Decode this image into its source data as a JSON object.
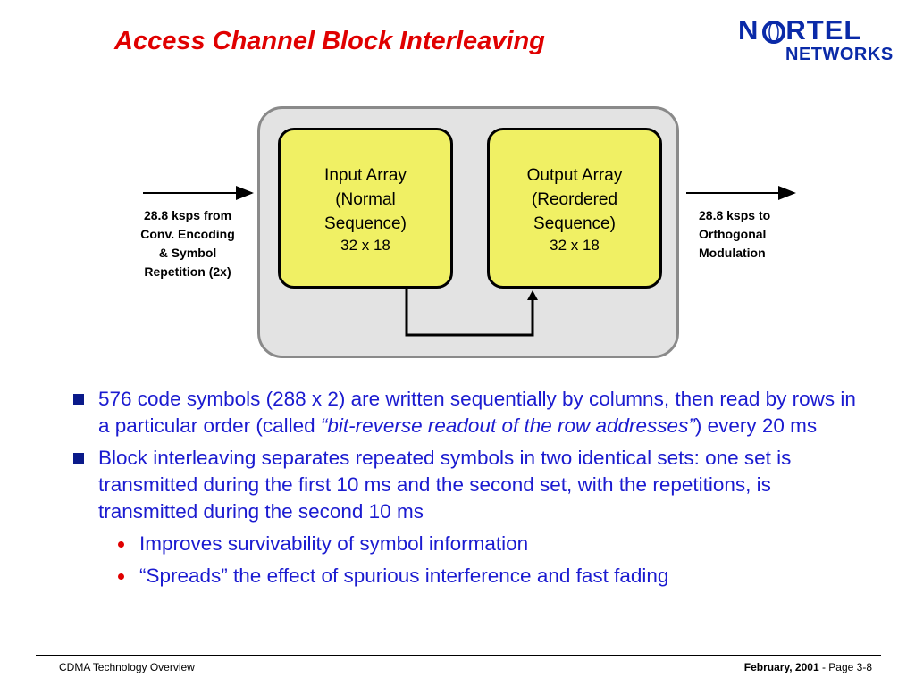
{
  "title": "Access Channel Block Interleaving",
  "logo": {
    "line1": "N",
    "line1b": "RTEL",
    "line2": "NETWORKS"
  },
  "diagram": {
    "input_label": "28.8 ksps from Conv. Encoding & Symbol Repetition (2x)",
    "input_lines": [
      "28.8 ksps from",
      "Conv. Encoding",
      "& Symbol",
      "Repetition (2x)"
    ],
    "output_lines": [
      "28.8 ksps to",
      "Orthogonal",
      "Modulation"
    ],
    "input_array": {
      "lines": [
        "Input Array",
        "(Normal",
        "Sequence)"
      ],
      "dims": "32 x 18"
    },
    "output_array": {
      "lines": [
        "Output Array",
        "(Reordered",
        "Sequence)"
      ],
      "dims": "32 x 18"
    }
  },
  "bullets": [
    {
      "pre": "576 code symbols (288 x 2) are written sequentially by columns, then read by rows in a particular order (called ",
      "em": "“bit-reverse readout of the row addresses”",
      "post": ") every 20 ms"
    },
    {
      "text": "Block interleaving separates repeated symbols in two identical sets: one set is transmitted during the first 10 ms and the second set, with the repetitions, is transmitted during the second 10 ms"
    }
  ],
  "sub_bullets": [
    "Improves survivability of symbol information",
    "“Spreads” the effect of spurious interference and fast fading"
  ],
  "footer": {
    "left": "CDMA Technology Overview",
    "date": "February, 2001",
    "sep": " -  ",
    "page": "Page 3-8"
  },
  "colors": {
    "title": "#e00000",
    "body_text": "#1b1bd0",
    "array_fill": "#f0f064",
    "container_fill": "#e3e3e3",
    "logo": "#0a2aa8"
  }
}
